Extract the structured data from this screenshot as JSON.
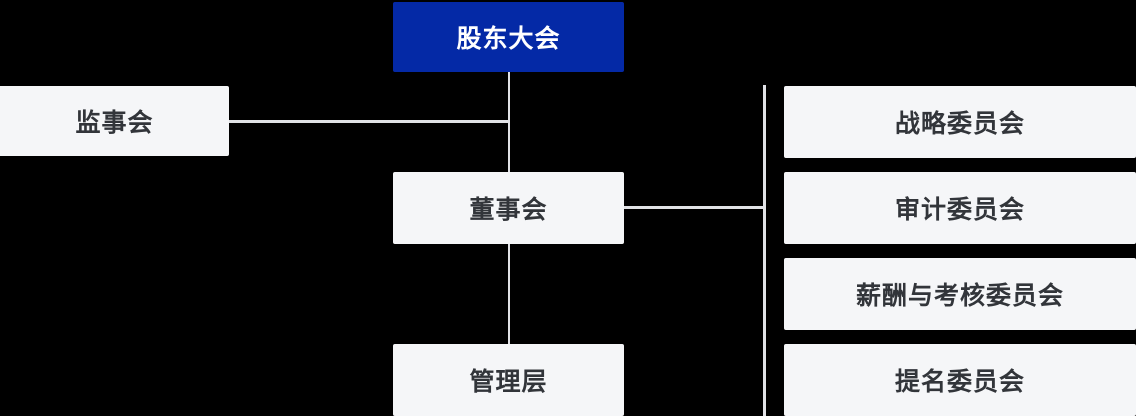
{
  "diagram": {
    "type": "org-chart",
    "nodes": {
      "shareholders": "股东大会",
      "supervisors": "监事会",
      "board": "董事会",
      "management": "管理层",
      "strategy": "战略委员会",
      "audit": "审计委员会",
      "remuneration": "薪酬与考核委员会",
      "nomination": "提名委员会"
    },
    "edges": [
      {
        "from": "股东大会",
        "to": "董事会"
      },
      {
        "from": "监事会",
        "to": "股东大会"
      },
      {
        "from": "董事会",
        "to": "管理层"
      },
      {
        "from": "董事会",
        "to": "战略委员会"
      },
      {
        "from": "董事会",
        "to": "审计委员会"
      },
      {
        "from": "董事会",
        "to": "薪酬与考核委员会"
      },
      {
        "from": "董事会",
        "to": "提名委员会"
      }
    ],
    "colors": {
      "primary": "#0429A6",
      "node_bg": "#F5F6F8",
      "line": "#E1E2E6",
      "text_dark": "#32353A",
      "text_light": "#FFFFFF",
      "bg": "#000000"
    }
  }
}
